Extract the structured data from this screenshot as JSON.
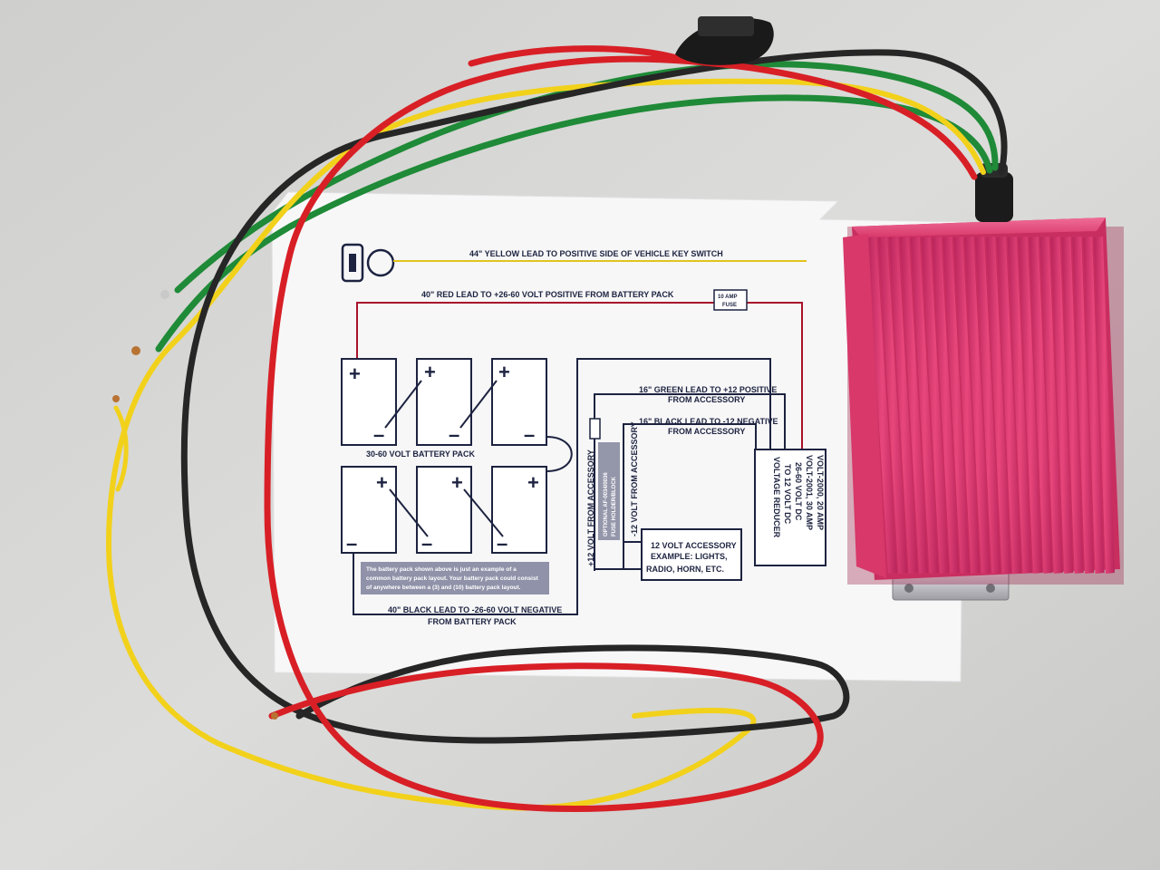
{
  "diagram": {
    "yellow_lead": "44\" YELLOW LEAD TO POSITIVE SIDE OF VEHICLE KEY SWITCH",
    "red_lead": "40\" RED LEAD TO +26-60 VOLT POSITIVE FROM BATTERY PACK",
    "fuse": [
      "10 AMP",
      "FUSE"
    ],
    "battery_pack_label": "30-60 VOLT BATTERY PACK",
    "green_lead": [
      "16\" GREEN LEAD TO +12 POSITIVE",
      "FROM ACCESSORY"
    ],
    "black_lead_accessory": [
      "16\" BLACK LEAD TO -12 NEGATIVE",
      "FROM ACCESSORY"
    ],
    "plus_12v": "+12 VOLT FROM ACCESSORY",
    "minus_12v": "-12 VOLT FROM ACCESSORY",
    "optional_fuse": [
      "OPTIONAL AF-0034/0036",
      "FUSE HOLDER/BLOCK"
    ],
    "accessory_box": [
      "12 VOLT ACCESSORY",
      "EXAMPLE: LIGHTS,",
      "RADIO, HORN, ETC."
    ],
    "reducer_box": [
      "VOLT-2000, 20 AMP",
      "VOLT-2001, 30 AMP",
      "26-60 VOLT DC",
      "TO 12 VOLT DC",
      "VOLTAGE REDUCER"
    ],
    "note": [
      "The battery pack shown above is just an example of a",
      "common battery pack layout. Your battery pack could consist",
      "of anywhere between a (3) and (10) battery pack layout."
    ],
    "black_lead_battery": [
      "40\" BLACK LEAD TO -26-60 VOLT NEGATIVE",
      "FROM BATTERY PACK"
    ],
    "plus_sign": "+",
    "minus_sign": "–"
  },
  "colors": {
    "wire_red": "#d81f26",
    "wire_black": "#262626",
    "wire_yellow": "#f2d11b",
    "wire_green": "#1f8a37",
    "heatsink": "#dc3a6c",
    "diagram_ink": "#1d2340",
    "background": "#d6d6d4"
  }
}
